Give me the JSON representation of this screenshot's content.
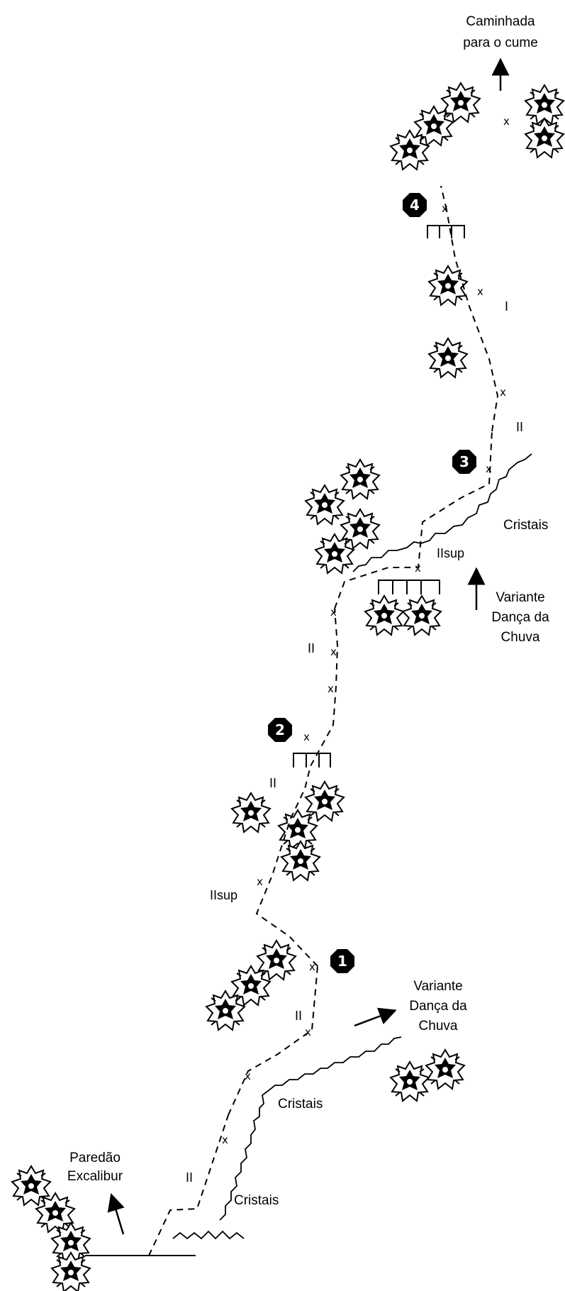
{
  "labels": {
    "summit_walk_line1": "Caminhada",
    "summit_walk_line2": "para o cume",
    "variant_top_line1": "Variante",
    "variant_top_line2": "Dança da",
    "variant_top_line3": "Chuva",
    "variant_low_line1": "Variante",
    "variant_low_line2": "Dança da",
    "variant_low_line3": "Chuva",
    "wall_line1": "Paredão",
    "wall_line2": "Excalibur",
    "crystals_top": "Cristais",
    "crystals_mid": "Cristais",
    "crystals_low": "Cristais"
  },
  "grades": {
    "p4": "I",
    "p3_upper": "II",
    "p3_lower": "IIsup",
    "p2": "II",
    "p2_belay": "II",
    "p1_upper": "IIsup",
    "p1": "II",
    "start": "II"
  },
  "belays": [
    "1",
    "2",
    "3",
    "4"
  ],
  "colors": {
    "ink": "#000000",
    "paper": "#ffffff"
  }
}
